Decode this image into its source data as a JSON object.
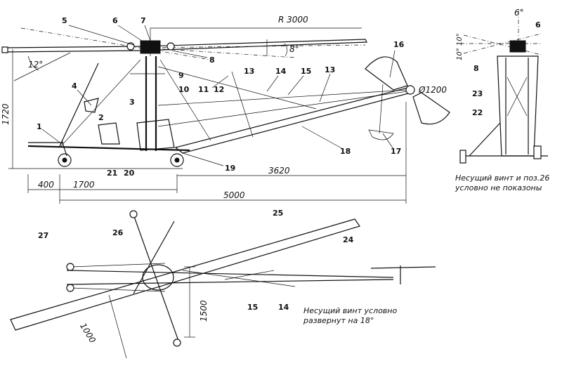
{
  "labels": {
    "l1": "1",
    "l2": "2",
    "l3": "3",
    "l4": "4",
    "l5": "5",
    "l6": "6",
    "l7": "7",
    "l8": "8",
    "l9": "9",
    "l10": "10",
    "l11": "11",
    "l12": "12",
    "l13a": "13",
    "l13b": "13",
    "l14": "14",
    "l15": "15",
    "l16": "16",
    "l17": "17",
    "l18": "18",
    "l19": "19",
    "l20": "20",
    "l21": "21",
    "l22": "22",
    "l23": "23",
    "l24": "24",
    "l25": "25",
    "l26": "26",
    "l27": "27",
    "l6r": "6",
    "l8r": "8",
    "l14b": "14",
    "l15b": "15"
  },
  "dimensions": {
    "rotor_radius": "R 3000",
    "angle_12": "12°",
    "angle_8": "8°",
    "height_1720": "1720",
    "diameter_1200": "Ø1200",
    "len_400": "400",
    "len_1700": "1700",
    "len_3620": "3620",
    "len_5000": "5000",
    "len_1500": "1500",
    "len_1000": "1000",
    "angle_6": "6°",
    "angle_10_10": "10° 10°"
  },
  "notes": {
    "front_view_line1": "Несущий винт и поз.26",
    "front_view_line2": "условно не показоны",
    "top_view_line1": "Несущий винт условно",
    "top_view_line2": "развернут на 18°"
  }
}
